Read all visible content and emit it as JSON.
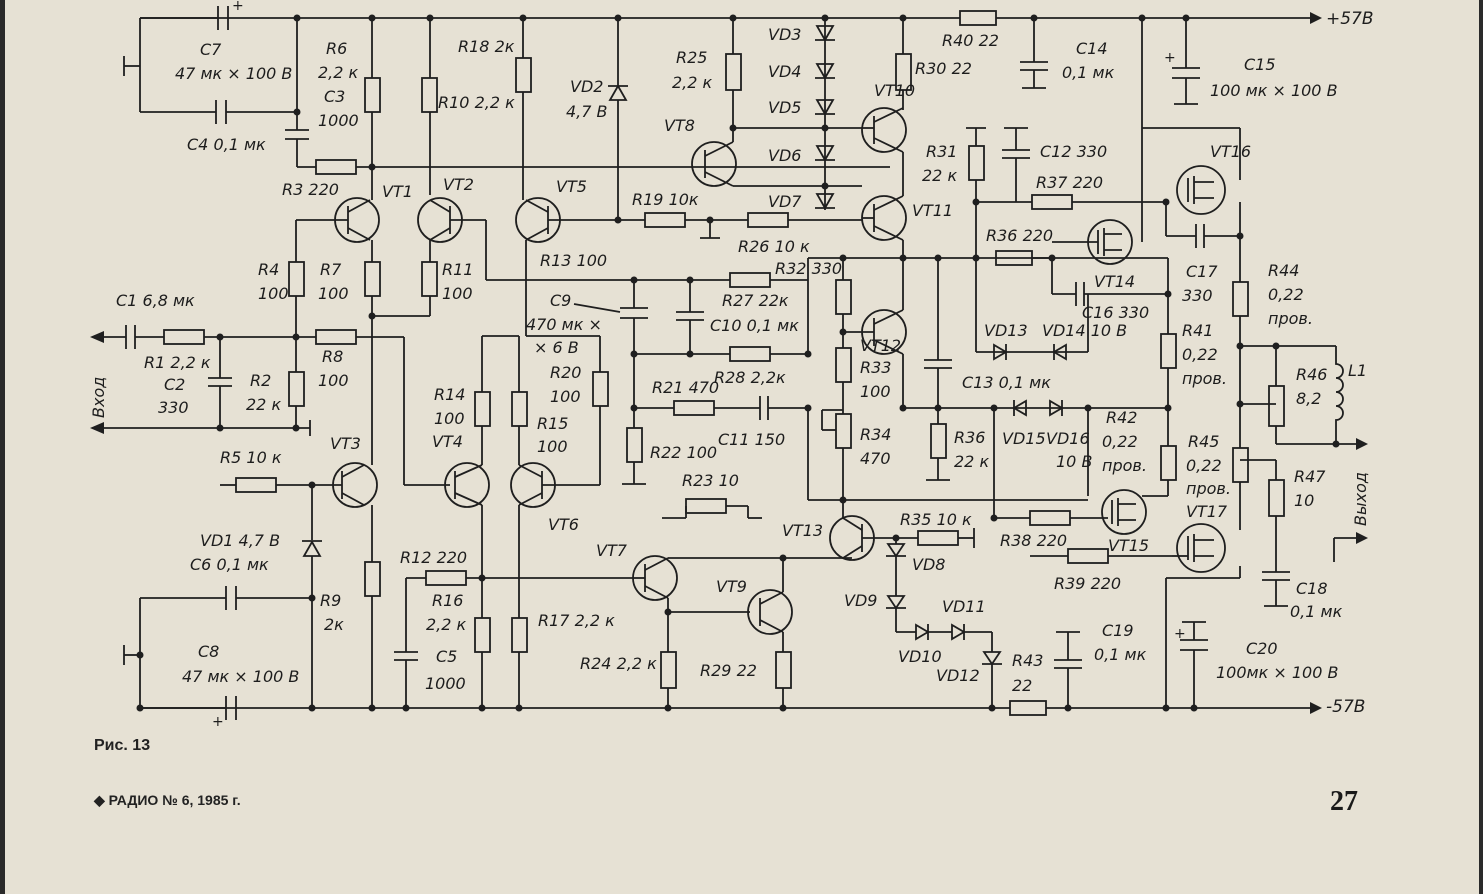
{
  "rails": {
    "positive": "+57B",
    "negative": "-57B"
  },
  "ports": {
    "input": "Вход",
    "output": "Выход"
  },
  "components": {
    "R1": "R1  2,2 к",
    "R2": "R2",
    "R2v": "22 к",
    "R3": "R3  220",
    "R4": "R4",
    "R4v": "100",
    "R5": "R5  10 к",
    "R6": "R6",
    "R6v": "2,2 к",
    "R7": "R7",
    "R7v": "100",
    "R8": "R8",
    "R8v": "100",
    "R9": "R9",
    "R9v": "2к",
    "R10": "R10  2,2 к",
    "R11": "R11",
    "R11v": "100",
    "R12": "R12  220",
    "R13": "R13  100",
    "R14": "R14",
    "R14v": "100",
    "R15": "R15",
    "R15v": "100",
    "R16": "R16",
    "R16v": "2,2 к",
    "R17": "R17  2,2 к",
    "R18": "R18  2к",
    "R19": "R19  10к",
    "R20": "R20",
    "R20v": "100",
    "R21": "R21  470",
    "R22": "R22  100",
    "R23": "R23  10",
    "R24": "R24  2,2 к",
    "R25": "R25",
    "R25v": "2,2 к",
    "R26": "R26  10 к",
    "R27": "R27  22к",
    "R28": "R28  2,2к",
    "R29": "R29  22",
    "R30": "R30  22",
    "R31": "R31",
    "R31v": "22 к",
    "R32": "R32 330",
    "R33": "R33",
    "R33v": "100",
    "R34": "R34",
    "R34v": "470",
    "R35": "R35  10 к",
    "R36a": "R36  220",
    "R36b": "R36",
    "R36bv": "22 к",
    "R37": "R37  220",
    "R38": "R38  220",
    "R39": "R39  220",
    "R40": "R40  22",
    "R41": "R41",
    "R41v": "0,22",
    "R41n": "пров.",
    "R42": "R42",
    "R42v": "0,22",
    "R42n": "пров.",
    "R43": "R43",
    "R43v": "22",
    "R44": "R44",
    "R44v": "0,22",
    "R44n": "пров.",
    "R45": "R45",
    "R45v": "0,22",
    "R45n": "пров.",
    "R46": "R46",
    "R46v": "8,2",
    "R47": "R47",
    "R47v": "10",
    "C1": "C1  6,8 мк",
    "C2": "C2",
    "C2v": "330",
    "C3": "C3",
    "C3v": "1000",
    "C4": "C4  0,1 мк",
    "C5": "C5",
    "C5v": "1000",
    "C6": "C6  0,1 мк",
    "C7": "C7",
    "C7v": "47 мк × 100 В",
    "C8": "C8",
    "C8v": "47 мк × 100 В",
    "C9": "C9",
    "C9v": "470 мк ×",
    "C9v2": "× 6 В",
    "C10": "C10  0,1 мк",
    "C11": "C11  150",
    "C12": "C12  330",
    "C13": "C13  0,1 мк",
    "C14": "C14",
    "C14v": "0,1 мк",
    "C15": "C15",
    "C15v": "100 мк × 100 В",
    "C16": "C16  330",
    "C17": "C17",
    "C17v": "330",
    "C18": "C18",
    "C18v": "0,1 мк",
    "C19": "C19",
    "C19v": "0,1 мк",
    "C20": "C20",
    "C20v": "100мк × 100 В",
    "VD1": "VD1  4,7 В",
    "VD2": "VD2",
    "VD2v": "4,7 В",
    "VD3": "VD3",
    "VD4": "VD4",
    "VD5": "VD5",
    "VD6": "VD6",
    "VD7": "VD7",
    "VD8": "VD8",
    "VD9": "VD9",
    "VD10": "VD10",
    "VD11": "VD11",
    "VD12": "VD12",
    "VD13": "VD13",
    "VD14": "VD14  10 В",
    "VD15": "VD15",
    "VD16": "VD16",
    "VD16v": "10 В",
    "VT1": "VT1",
    "VT2": "VT2",
    "VT3": "VT3",
    "VT4": "VT4",
    "VT5": "VT5",
    "VT6": "VT6",
    "VT7": "VT7",
    "VT8": "VT8",
    "VT9": "VT9",
    "VT10": "VT10",
    "VT11": "VT11",
    "VT12": "VT12",
    "VT13": "VT13",
    "VT14": "VT14",
    "VT15": "VT15",
    "VT16": "VT16",
    "VT17": "VT17",
    "L1": "L1"
  },
  "caption": "Рис. 13",
  "footer": "◆ РАДИО № 6, 1985 г.",
  "page_number": "27"
}
